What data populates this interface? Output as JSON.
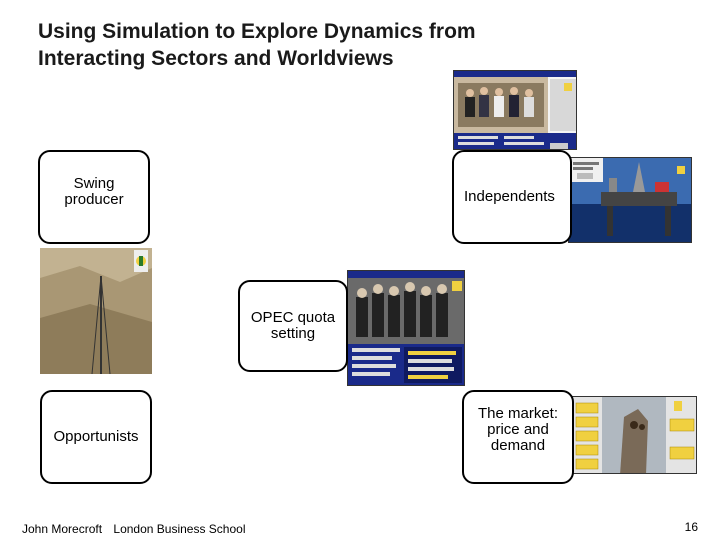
{
  "slide": {
    "title_line1": "Using Simulation to Explore Dynamics from",
    "title_line2": "Interacting Sectors and Worldviews",
    "footer_author": "John Morecroft",
    "footer_school": "London Business School",
    "page_number": "16"
  },
  "boxes": {
    "swing_producer": "Swing\nproducer",
    "independents": "Independents",
    "opec": "OPEC quota\nsetting",
    "opportunists": "Opportunists",
    "market": "The market:\nprice and\ndemand"
  },
  "colors": {
    "accent_green": "#2a7a2a",
    "sim_panel_blue": "#1a2a8a",
    "sim_yellow": "#f0d040"
  }
}
